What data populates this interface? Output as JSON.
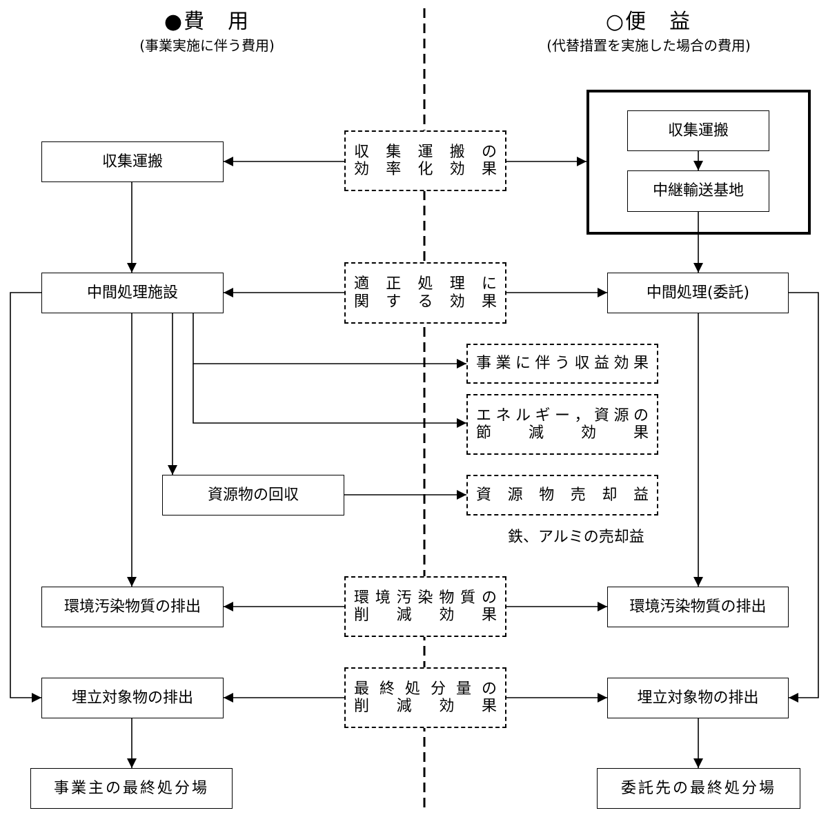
{
  "left_header": {
    "title": "●費　用",
    "subtitle": "(事業実施に伴う費用)"
  },
  "right_header": {
    "title": "○便　益",
    "subtitle": "(代替措置を実施した場合の費用)"
  },
  "cost": {
    "collection": "収集運搬",
    "intermediate": "中間処理施設",
    "resource_recovery": "資源物の回収",
    "pollutant_emission": "環境汚染物質の排出",
    "landfill_emission": "埋立対象物の排出",
    "final_disposal": "事業主の最終処分場"
  },
  "benefit": {
    "collection": "収集運搬",
    "relay_base": "中継輸送基地",
    "intermediate": "中間処理(委託)",
    "pollutant_emission": "環境汚染物質の排出",
    "landfill_emission": "埋立対象物の排出",
    "final_disposal": "委託先の最終処分場"
  },
  "effects": {
    "collection_efficiency": [
      "収集運搬の",
      "効率化効果"
    ],
    "proper_treatment": [
      "適正処理に",
      "関する効果"
    ],
    "business_revenue": "事業に伴う収益効果",
    "energy_saving": [
      "エネルギー，資源の",
      "節減効果"
    ],
    "resource_sales": "資源物売却益",
    "resource_sales_note": "鉄、アルミの売却益",
    "pollutant_reduction": [
      "環境汚染物質の",
      "削減効果"
    ],
    "landfill_reduction": [
      "最終処分量の",
      "削減効果"
    ]
  }
}
